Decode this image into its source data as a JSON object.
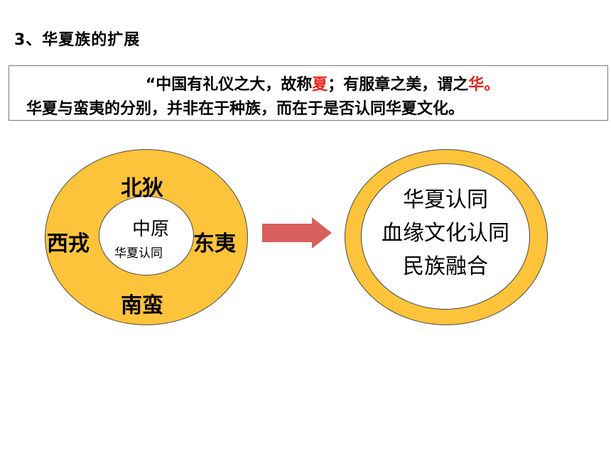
{
  "title": "3、华夏族的扩展",
  "quote": {
    "line1_a": "“中国有礼仪之大，故称",
    "line1_hl1": "夏",
    "line1_b": "；有服章之美，谓之",
    "line1_hl2": "华。",
    "line2": "华夏与蛮夷的分别，并非在于种族，而在于是否认同华夏文化。"
  },
  "left_diagram": {
    "north": "北狄",
    "west": "西戎",
    "east": "东夷",
    "south": "南蛮",
    "center": "中原",
    "center_sub": "华夏认同"
  },
  "right_diagram": {
    "lines": [
      "华夏认同",
      "血缘文化认同",
      "民族融合"
    ]
  },
  "colors": {
    "ring_fill": "#fdc33a",
    "arrow_fill": "#d95f5f",
    "highlight_red": "#e8261c"
  }
}
